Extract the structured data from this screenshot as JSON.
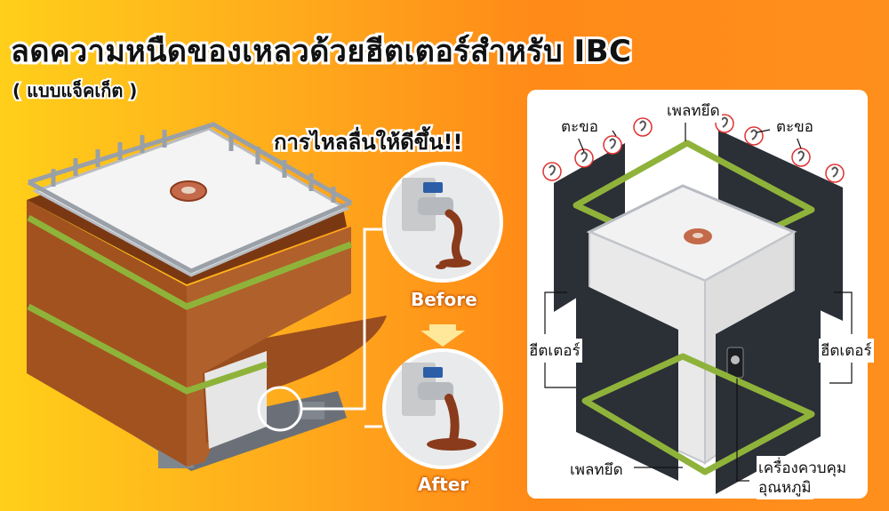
{
  "title": "ลดความหนืดของเหลวด้วยฮีตเตอร์สำหรับ IBC",
  "subtitle": "( แบบแจ็คเก็ต )",
  "flow_caption": "การไหลลื่นให้ดีขึ้น!!",
  "before_label": "Before",
  "after_label": "After",
  "diagram_labels": {
    "belt_top": "เพลทยึด",
    "hook_left": "ตะขอ",
    "hook_right": "ตะขอ",
    "heater_left": "ฮีตเตอร์",
    "heater_right": "ฮีตเตอร์",
    "belt_bottom": "เพลทยึด",
    "controller_line1": "เครื่องควบคุม",
    "controller_line2": "อุณหภูมิ"
  },
  "colors": {
    "jacket": "#a2521f",
    "belt": "#8fb33a",
    "heater_dark": "#2b2f36",
    "cage": "#9aa0a8",
    "liquid": "#8a3b1c"
  }
}
